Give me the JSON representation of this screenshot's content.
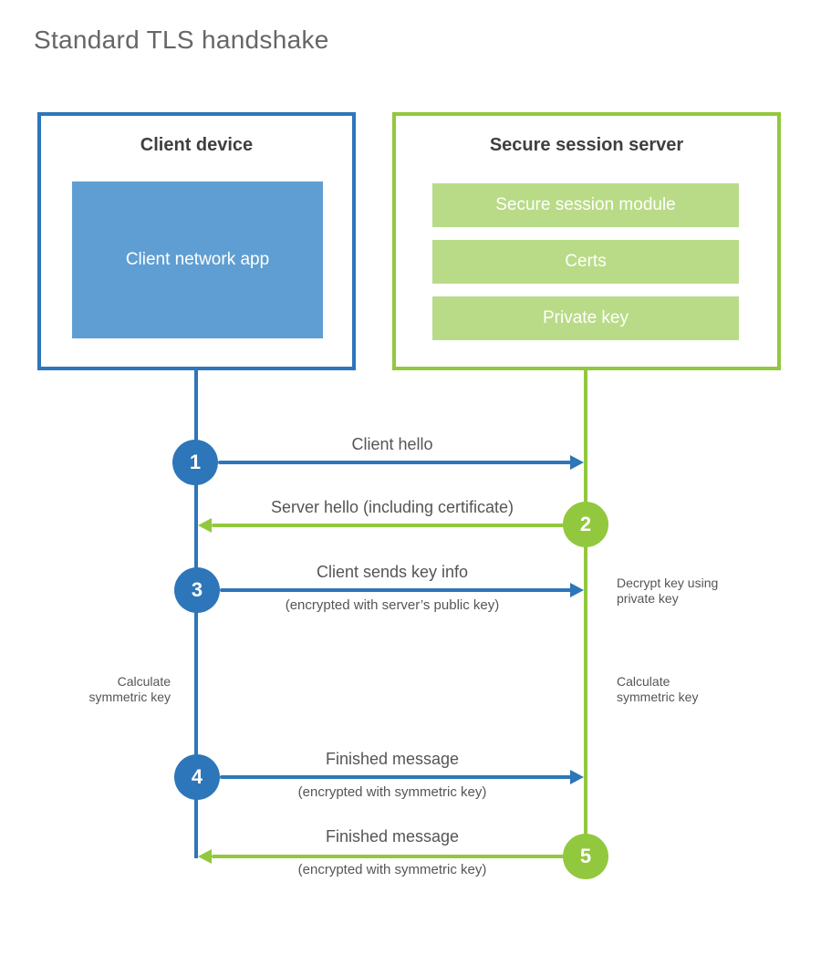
{
  "title": "Standard TLS handshake",
  "colors": {
    "blue": "#2d76b9",
    "blue_fill": "#5f9ed2",
    "green": "#92c83e",
    "green_fill": "#b9db87",
    "heading_text": "#3f3f3f",
    "label_text": "#555555",
    "title_text": "#666666"
  },
  "client": {
    "title": "Client device",
    "app_label": "Client network app"
  },
  "server": {
    "title": "Secure session server",
    "modules": [
      "Secure session module",
      "Certs",
      "Private key"
    ]
  },
  "steps": [
    {
      "number": "1",
      "actor": "client",
      "direction": "right",
      "label": "Client hello",
      "sublabel": ""
    },
    {
      "number": "2",
      "actor": "server",
      "direction": "left",
      "label": "Server hello (including certificate)",
      "sublabel": ""
    },
    {
      "number": "3",
      "actor": "client",
      "direction": "right",
      "label": "Client sends key info",
      "sublabel": "(encrypted with server’s public key)"
    },
    {
      "number": "4",
      "actor": "client",
      "direction": "right",
      "label": "Finished message",
      "sublabel": "(encrypted with symmetric key)"
    },
    {
      "number": "5",
      "actor": "server",
      "direction": "left",
      "label": "Finished message",
      "sublabel": "(encrypted with symmetric key)"
    }
  ],
  "notes": {
    "decrypt": "Decrypt key using private key",
    "calculate_left": "Calculate symmetric key",
    "calculate_right": "Calculate symmetric key"
  }
}
